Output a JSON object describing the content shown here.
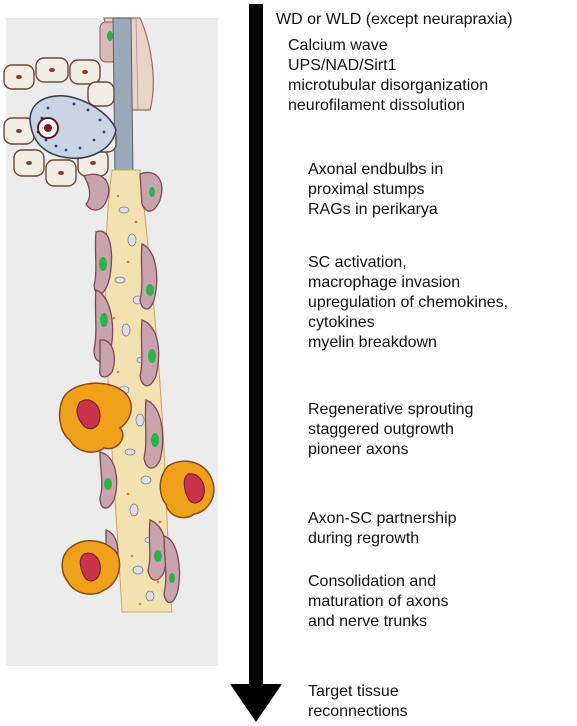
{
  "timeline": {
    "header": "WD or WLD (except neurapraxia)",
    "stages": [
      {
        "lines": [
          "Calcium wave",
          "UPS/NAD/Sirt1",
          "microtubular disorganization",
          "neurofilament dissolution"
        ]
      },
      {
        "lines": [
          "Axonal endbulbs in",
          "proximal stumps",
          "RAGs in perikarya"
        ]
      },
      {
        "lines": [
          "SC activation,",
          "macrophage invasion",
          "upregulation of chemokines,",
          "cytokines",
          "myelin breakdown"
        ]
      },
      {
        "lines": [
          "Regenerative sprouting",
          "staggered outgrowth",
          "pioneer axons"
        ]
      },
      {
        "lines": [
          "Axon-SC partnership",
          "during regrowth"
        ]
      },
      {
        "lines": [
          "Consolidation and",
          "maturation of axons",
          "and nerve trunks"
        ]
      },
      {
        "lines": [
          "Target tissue",
          "reconnections"
        ]
      }
    ]
  },
  "colors": {
    "arrow": "#000000",
    "panel_bg": "#ececec",
    "nerve_core": "#f3e2b0",
    "schwann_cell": "#c9a3ad",
    "schwann_outline": "#7a4a55",
    "nucleus_green": "#2bb34a",
    "macrophage_orange": "#f0a11c",
    "macrophage_red": "#c8324a",
    "axon_blue": "#9aa8b8"
  }
}
